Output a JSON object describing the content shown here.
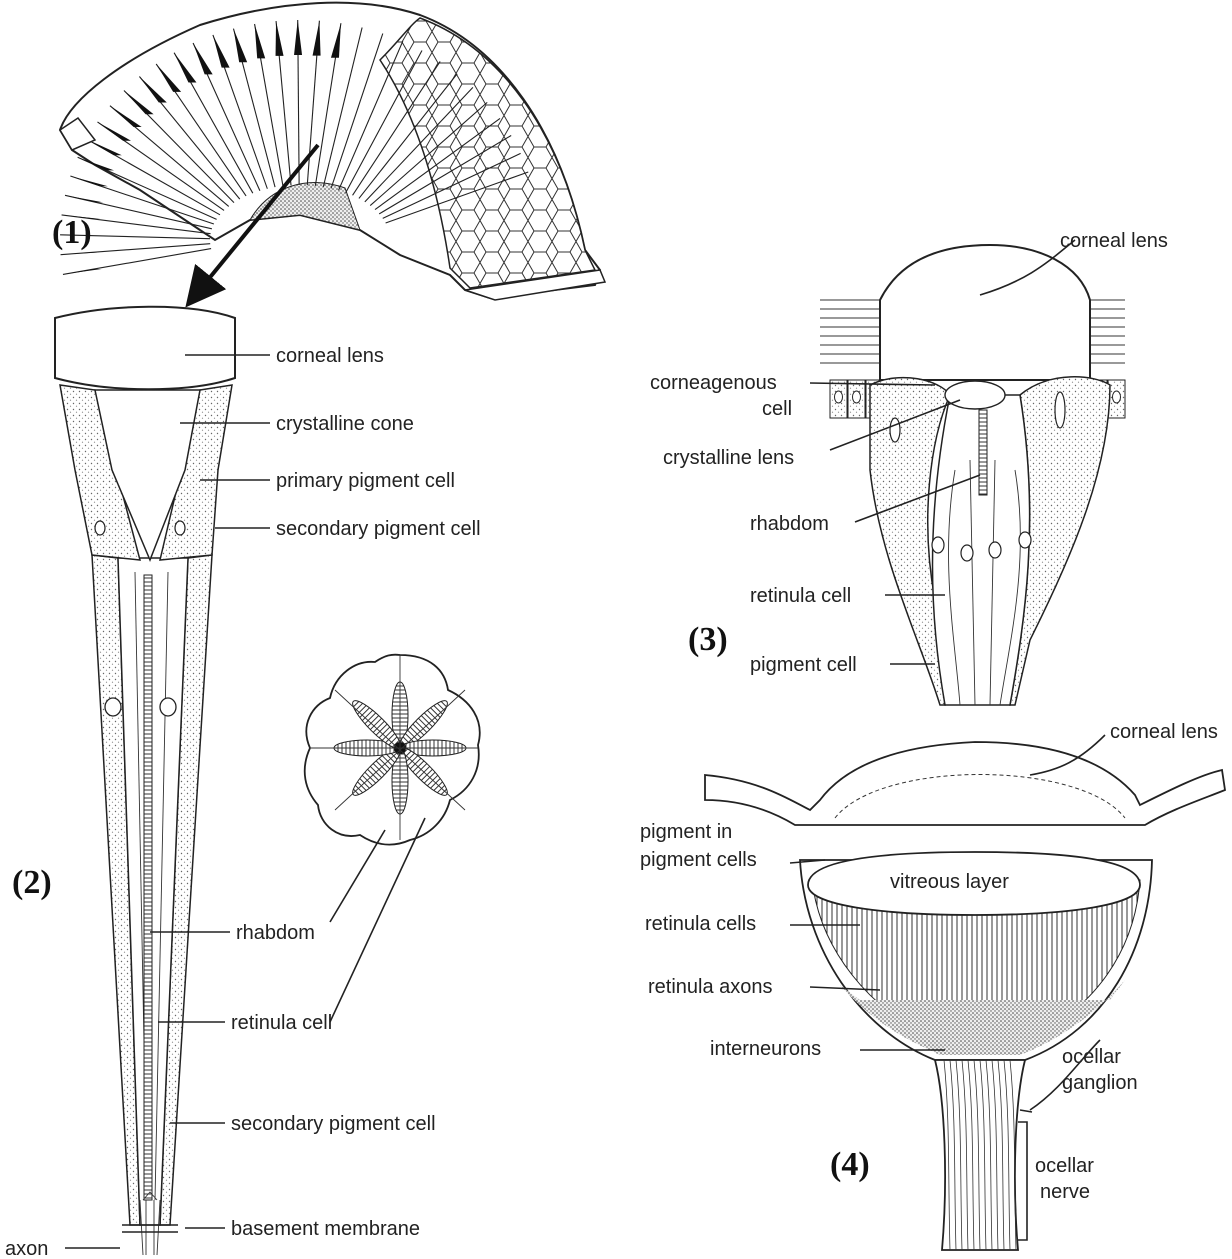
{
  "panels": {
    "p1": {
      "number": "(1)"
    },
    "p2": {
      "number": "(2)",
      "labels": {
        "corneal_lens": "corneal lens",
        "crystalline_cone": "crystalline cone",
        "primary_pigment_cell": "primary pigment cell",
        "secondary_pigment_cell_top": "secondary pigment cell",
        "rhabdom": "rhabdom",
        "retinula_cell": "retinula cell",
        "secondary_pigment_cell_bottom": "secondary pigment cell",
        "basement_membrane": "basement membrane",
        "axon": "axon"
      }
    },
    "p3": {
      "number": "(3)",
      "labels": {
        "corneal_lens": "corneal lens",
        "corneagenous_cell_1": "corneagenous",
        "corneagenous_cell_2": "cell",
        "crystalline_lens": "crystalline lens",
        "rhabdom": "rhabdom",
        "retinula_cell": "retinula cell",
        "pigment_cell": "pigment cell"
      }
    },
    "p4": {
      "number": "(4)",
      "labels": {
        "corneal_lens": "corneal lens",
        "pigment_in_1": "pigment in",
        "pigment_in_2": "pigment cells",
        "vitreous_layer": "vitreous layer",
        "retinula_cells": "retinula cells",
        "retinula_axons": "retinula axons",
        "interneurons": "interneurons",
        "ocellar_ganglion_1": "ocellar",
        "ocellar_ganglion_2": "ganglion",
        "ocellar_nerve_1": "ocellar",
        "ocellar_nerve_2": "nerve"
      }
    }
  }
}
